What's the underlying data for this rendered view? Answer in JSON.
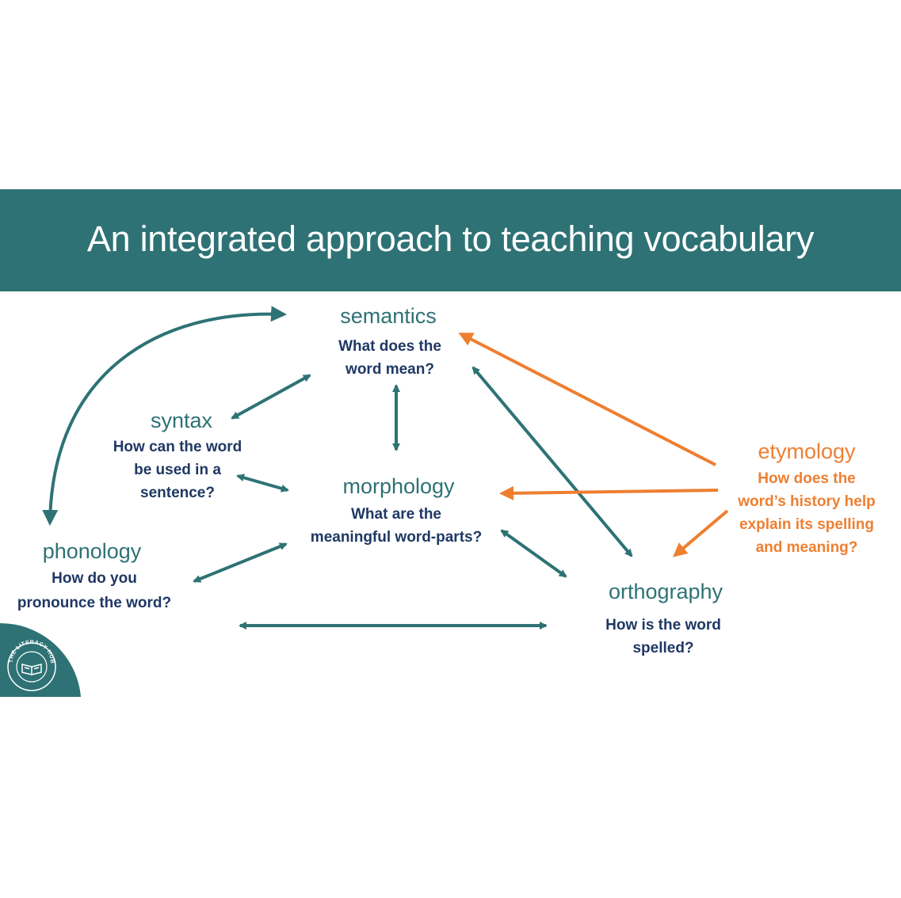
{
  "title": "An integrated approach to teaching vocabulary",
  "colors": {
    "teal": "#2e7275",
    "navy": "#1f3864",
    "orange": "#ee7f31",
    "white": "#ffffff"
  },
  "nodes": {
    "semantics": {
      "term": "semantics",
      "question": [
        "What does the",
        "word mean?"
      ]
    },
    "syntax": {
      "term": "syntax",
      "question": [
        "How can the word",
        "be used in a",
        "sentence?"
      ]
    },
    "morphology": {
      "term": "morphology",
      "question": [
        "What are the",
        "meaningful word-parts?"
      ]
    },
    "phonology": {
      "term": "phonology",
      "question": [
        "How do you",
        "pronounce the word?"
      ]
    },
    "orthography": {
      "term": "orthography",
      "question": [
        "How is the word",
        "spelled?"
      ]
    },
    "etymology": {
      "term": "etymology",
      "question": [
        "How does the",
        "word’s history help",
        "explain its spelling",
        "and meaning?"
      ]
    }
  },
  "logo": {
    "text": "THE LITERACY HUB",
    "icon": "open-book-icon"
  }
}
